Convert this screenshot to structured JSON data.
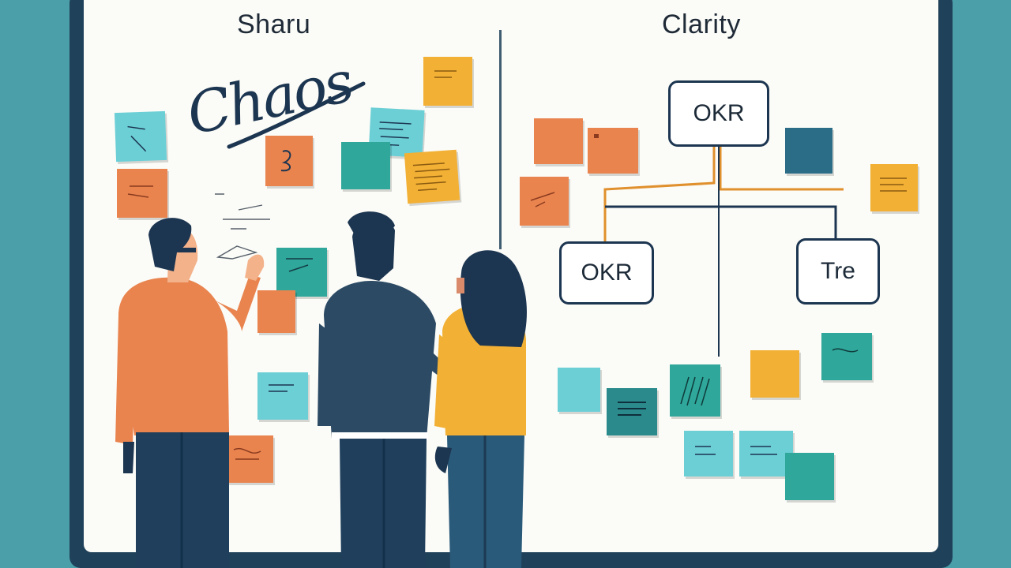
{
  "scene": {
    "left_heading": "Sharu",
    "right_heading": "Clarity",
    "chaos_word": "Chaos",
    "okr_boxes": [
      "OKR",
      "OKR",
      "Tre"
    ]
  },
  "colors": {
    "background": "#4b9fa9",
    "board_frame": "#20415a",
    "board_surface": "#fbfbf7",
    "note_orange": "#e9844f",
    "note_yellow": "#f2b035",
    "note_teal": "#2fa79b",
    "note_light_teal": "#6ccfd6",
    "note_dark_teal": "#2b6d86",
    "tree_orange": "#e0902c",
    "tree_navy": "#1c3550"
  }
}
